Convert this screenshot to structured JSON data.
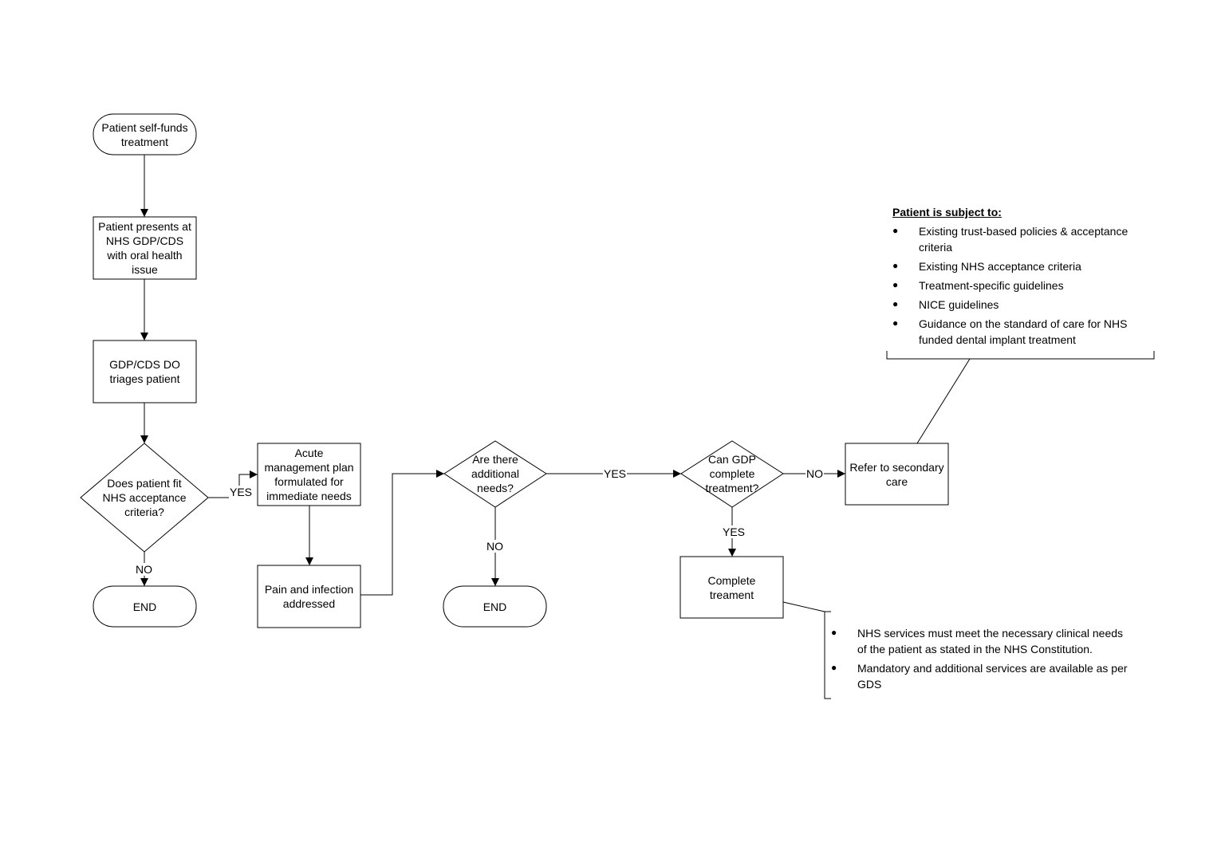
{
  "nodes": {
    "self_funds": "Patient self-funds\ntreatment",
    "presents": "Patient presents at\nNHS GDP/CDS\nwith oral health\nissue",
    "triage": "GDP/CDS DO\ntriages patient",
    "fit_criteria": "Does patient fit\nNHS acceptance\ncriteria?",
    "end_1": "END",
    "acute_plan": "Acute\nmanagement plan\nformulated for\nimmediate needs",
    "pain_infection": "Pain and infection\naddressed",
    "additional_needs": "Are there\nadditional\nneeds?",
    "end_2": "END",
    "can_gdp": "Can GDP\ncomplete\ntreatment?",
    "refer": "Refer to secondary\ncare",
    "complete": "Complete\ntreament"
  },
  "edges": {
    "fit_yes": "YES",
    "fit_no": "NO",
    "additional_yes": "YES",
    "additional_no": "NO",
    "gdp_no": "NO",
    "gdp_yes": "YES"
  },
  "notes": {
    "subject": {
      "heading": "Patient is subject to:",
      "items": [
        "Existing trust-based policies & acceptance criteria",
        "Existing NHS acceptance criteria",
        "Treatment-specific guidelines",
        "NICE guidelines",
        "Guidance on the standard of care for NHS funded dental implant treatment"
      ]
    },
    "services": {
      "items": [
        "NHS services must meet the necessary clinical needs of the patient as stated in the NHS Constitution.",
        "Mandatory and additional services are available as per GDS"
      ]
    }
  }
}
